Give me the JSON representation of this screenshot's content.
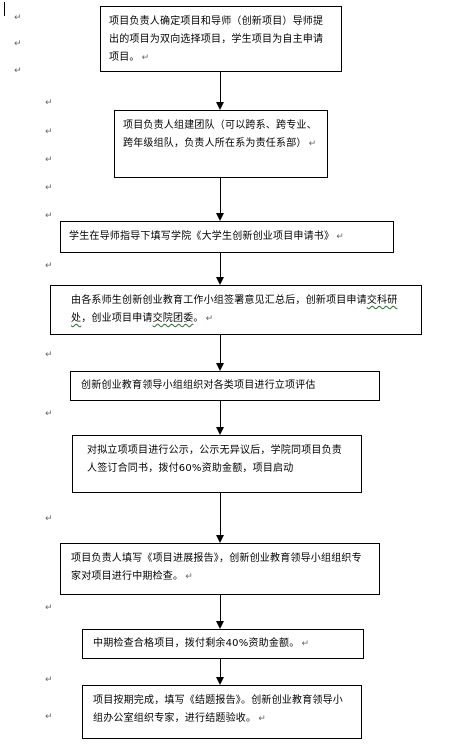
{
  "paragraph_mark": "↵",
  "boxes": [
    {
      "id": "step1",
      "text": "项目负责人确定项目和导师（创新项目）导师提出的项目为双向选择项目，学生项目为自主申请项目。"
    },
    {
      "id": "step2",
      "text": "项目负责人组建团队（可以跨系、跨专业、跨年级组队，负责人所在系为责任系部）"
    },
    {
      "id": "step3",
      "text": "学生在导师指导下填写学院《大学生创新创业项目申请书》"
    },
    {
      "id": "step4",
      "text_a": "由各系师生创新创业教育工作小组签署意见汇总后，创新项目申请",
      "text_b": "交科研处",
      "text_c": "，创业项目申请",
      "text_d": "交院团委",
      "text_e": "。"
    },
    {
      "id": "step5",
      "text": "创新创业教育领导小组组织对各类项目进行立项评估"
    },
    {
      "id": "step6",
      "text": "对拟立项项目进行公示，公示无异议后，学院同项目负责人签订合同书，拨付60%资助金额，项目启动"
    },
    {
      "id": "step7",
      "text": "项目负责人填写《项目进展报告》，创新创业教育领导小组组织专家对项目进行中期检查。"
    },
    {
      "id": "step8",
      "text": "中期检查合格项目，拨付剩余40%资助金额。"
    },
    {
      "id": "step9",
      "text": "项目按期完成，填写《结题报告》。创新创业教育领导小组办公室组织专家，进行结题验收。"
    }
  ]
}
